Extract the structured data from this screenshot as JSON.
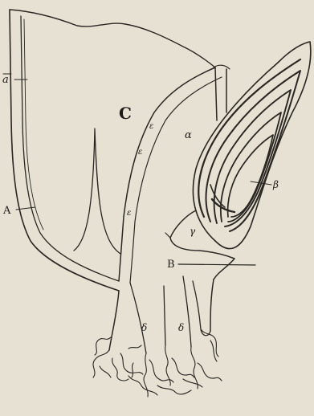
{
  "figure": {
    "background_color": "#e6e1d3",
    "ink_color": "#2a2622",
    "labels": {
      "a_bar": "a",
      "A": "A",
      "C": "C",
      "alpha": "α",
      "beta": "β",
      "gamma": "γ",
      "B": "B",
      "delta_left": "δ",
      "delta_right": "δ",
      "eps1": "ε",
      "eps2": "ε",
      "eps3": "ε"
    }
  }
}
